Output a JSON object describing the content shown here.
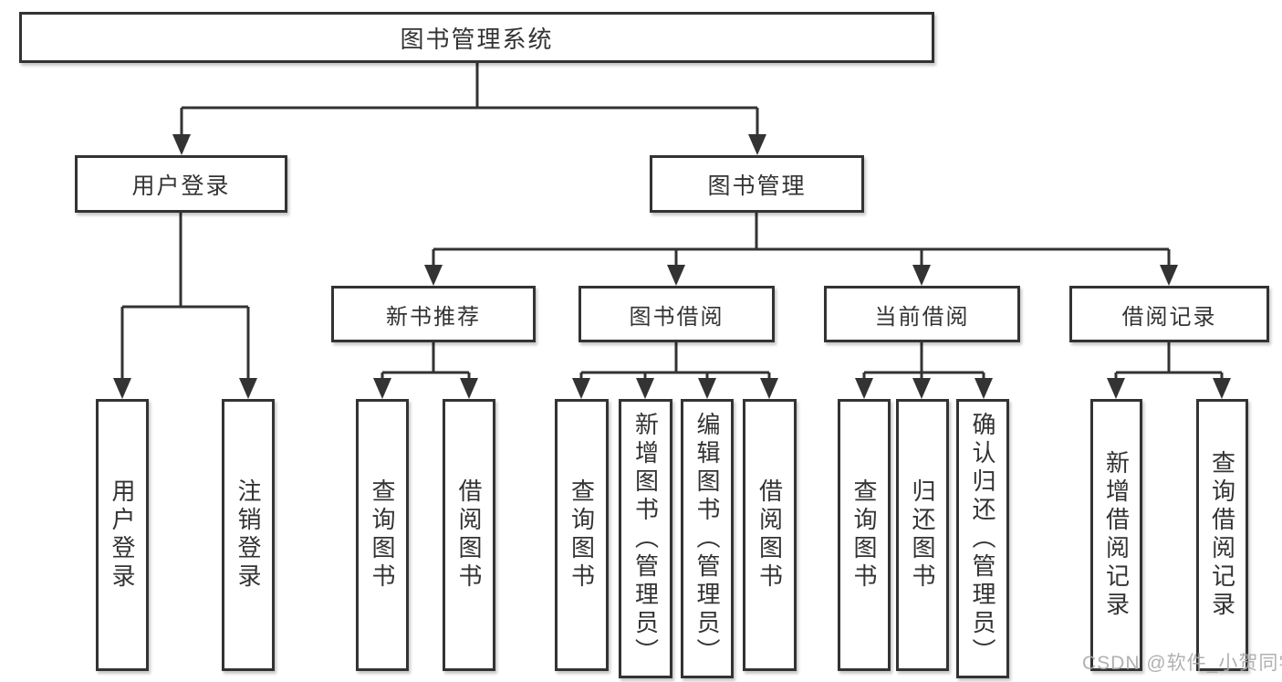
{
  "diagram": {
    "title": "图书管理系统",
    "level2": [
      {
        "label": "用户登录"
      },
      {
        "label": "图书管理"
      }
    ],
    "level3": [
      {
        "label": "新书推荐",
        "parent": "图书管理"
      },
      {
        "label": "图书借阅",
        "parent": "图书管理"
      },
      {
        "label": "当前借阅",
        "parent": "图书管理"
      },
      {
        "label": "借阅记录",
        "parent": "图书管理"
      }
    ],
    "leaves": [
      {
        "label": "用户登录",
        "parent": "用户登录"
      },
      {
        "label": "注销登录",
        "parent": "用户登录"
      },
      {
        "label": "查询图书",
        "parent": "新书推荐"
      },
      {
        "label": "借阅图书",
        "parent": "新书推荐"
      },
      {
        "label": "查询图书",
        "parent": "图书借阅"
      },
      {
        "label": "新增图书（管理员）",
        "parent": "图书借阅"
      },
      {
        "label": "编辑图书（管理员）",
        "parent": "图书借阅"
      },
      {
        "label": "借阅图书",
        "parent": "图书借阅"
      },
      {
        "label": "查询图书",
        "parent": "当前借阅"
      },
      {
        "label": "归还图书",
        "parent": "当前借阅"
      },
      {
        "label": "确认归还（管理员）",
        "parent": "当前借阅"
      },
      {
        "label": "新增借阅记录",
        "parent": "借阅记录"
      },
      {
        "label": "查询借阅记录",
        "parent": "借阅记录"
      }
    ],
    "colors": {
      "line": "#333333",
      "box_border": "#333333",
      "text": "#333333",
      "background": "#ffffff"
    }
  },
  "watermark": {
    "text": "CSDN @软件_小贺同学",
    "color": "#a8a8a8"
  }
}
